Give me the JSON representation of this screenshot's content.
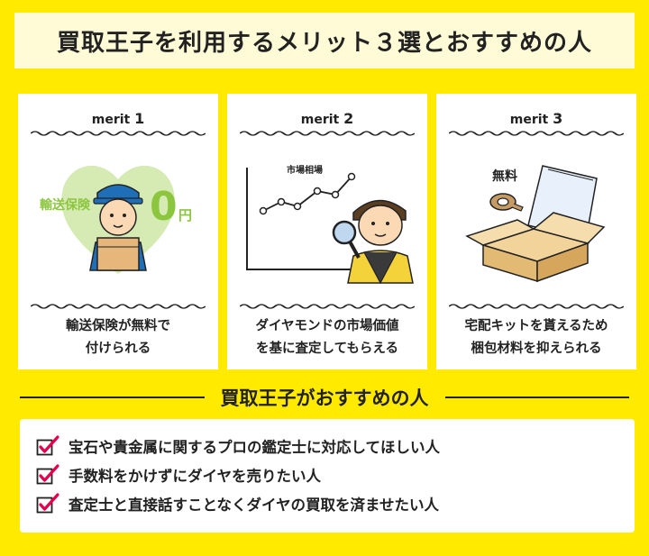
{
  "title": "買取王子を利用するメリット３選とおすすめの人",
  "cards": [
    {
      "merit_label": "merit",
      "merit_num": "1",
      "illus_label": "輸送保険",
      "illus_zero": "0",
      "illus_unit": "円",
      "caption_line1": "輸送保険が無料で",
      "caption_line2": "付けられる"
    },
    {
      "merit_label": "merit",
      "merit_num": "2",
      "illus_label": "市場相場",
      "caption_line1": "ダイヤモンドの市場価値",
      "caption_line2": "を基に査定してもらえる"
    },
    {
      "merit_label": "merit",
      "merit_num": "3",
      "illus_label": "無料",
      "caption_line1": "宅配キットを貰えるため",
      "caption_line2": "梱包材料を抑えられる"
    }
  ],
  "section_title": "買取王子がおすすめの人",
  "recommend_items": [
    "宝石や貴金属に関するプロの鑑定士に対応してほしい人",
    "手数料をかけずにダイヤを売りたい人",
    "査定士と直接話すことなくダイヤの買取を済ませたい人"
  ],
  "colors": {
    "background": "#FFEA00",
    "title_bar": "#FFFBD6",
    "accent_green": "#8CC63F",
    "check_red": "#E5004F"
  }
}
